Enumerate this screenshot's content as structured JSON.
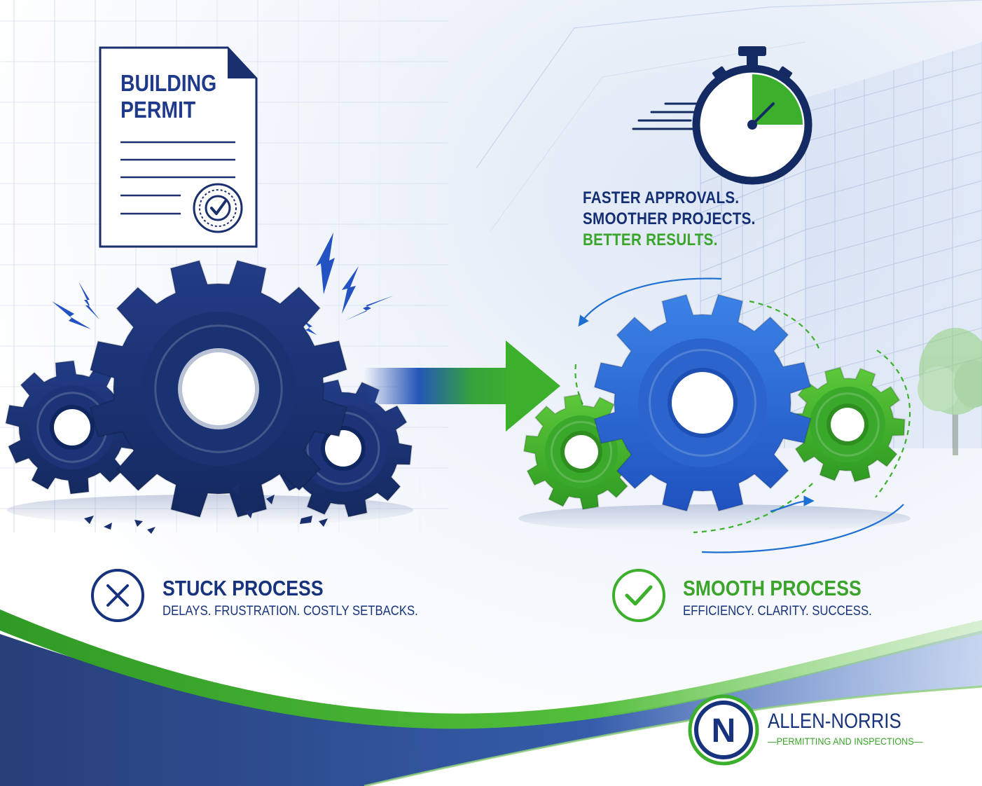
{
  "permit": {
    "title_line1": "BUILDING",
    "title_line2": "PERMIT"
  },
  "tagline": {
    "line1": "FASTER APPROVALS.",
    "line2": "SMOOTHER PROJECTS.",
    "line3": "BETTER RESULTS."
  },
  "stuck": {
    "heading": "STUCK PROCESS",
    "subtext": "DELAYS. FRUSTRATION. COSTLY SETBACKS.",
    "icon": "x-circle-icon"
  },
  "smooth": {
    "heading": "SMOOTH PROCESS",
    "subtext": "EFFICIENCY. CLARITY. SUCCESS.",
    "icon": "check-circle-icon"
  },
  "brand": {
    "logo_letter": "N",
    "name": "ALLEN-NORRIS",
    "tagline": "—PERMITTING AND INSPECTIONS—"
  },
  "colors": {
    "navy": "#1a2f6e",
    "dark_navy": "#142a63",
    "blue": "#2a6cd6",
    "green": "#3cb02c",
    "light_bg": "#eef3fb"
  },
  "icons": [
    "document-icon",
    "approval-stamp-icon",
    "stopwatch-icon",
    "gear-icon",
    "arrow-right-icon",
    "lightning-icon",
    "tree-icon",
    "building-icon"
  ]
}
